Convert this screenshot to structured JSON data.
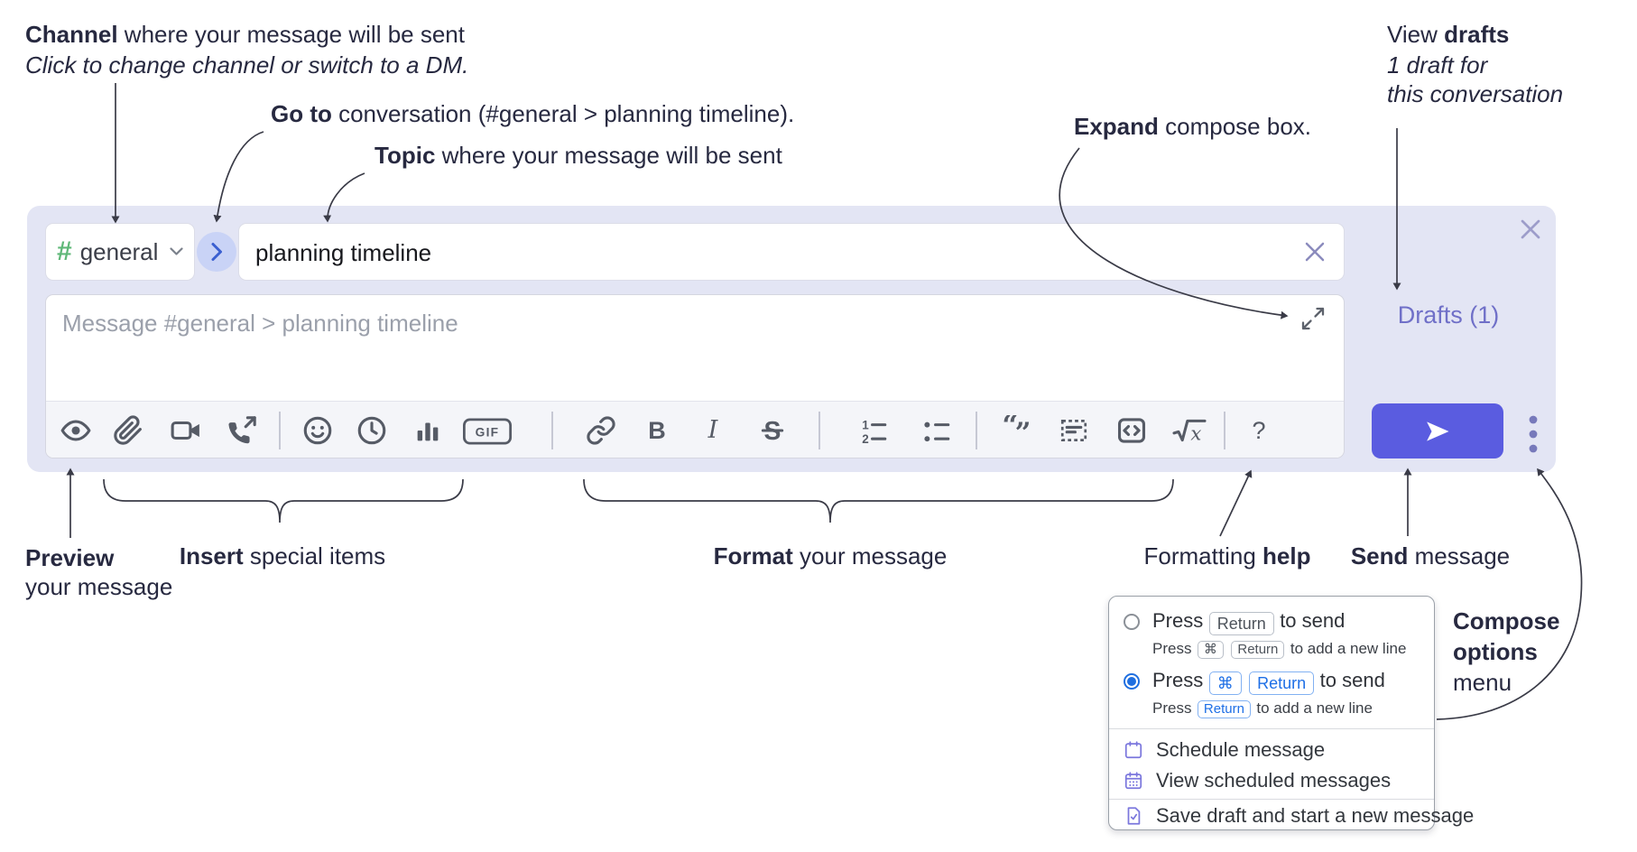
{
  "annotations": {
    "channel": {
      "b": "Channel",
      "r": " where your message will be sent",
      "line2": "Click to change channel or switch to a DM."
    },
    "go_to": {
      "b": "Go to",
      "r": " conversation (#general > planning timeline)."
    },
    "topic": {
      "b": "Topic",
      "r": " where your message will be sent"
    },
    "expand": {
      "b": "Expand",
      "r": " compose box."
    },
    "view_drafts": {
      "r1": "View ",
      "b1": "drafts",
      "line2": "1 draft for",
      "line3": "this conversation"
    },
    "preview": {
      "b": "Preview",
      "line2": "your message"
    },
    "insert": {
      "b": "Insert",
      "r": " special items"
    },
    "format": {
      "b": "Format",
      "r": " your message"
    },
    "formatting_help": {
      "r": "Formatting ",
      "b": "help"
    },
    "send": {
      "b": "Send",
      "r": " message"
    },
    "compose_options": {
      "line1": "Compose",
      "line2": "options",
      "line3": "menu"
    }
  },
  "compose": {
    "channel_selector": {
      "hash": "#",
      "name": "general"
    },
    "topic_input": {
      "value": "planning timeline"
    },
    "message_input": {
      "placeholder": "Message #general > planning timeline"
    },
    "drafts_link": "Drafts (1)",
    "toolbar": {
      "icon_names": [
        "preview-icon",
        "attach-icon",
        "video-call-icon",
        "audio-call-icon",
        "emoji-icon",
        "time-icon",
        "poll-icon",
        "gif-icon",
        "link-icon",
        "bold-icon",
        "italic-icon",
        "strikethrough-icon",
        "numbered-list-icon",
        "bulleted-list-icon",
        "quote-icon",
        "spoiler-icon",
        "code-icon",
        "math-icon",
        "help-icon"
      ],
      "gif": "GIF",
      "bold": "B",
      "italic": "I",
      "strike": "S",
      "help": "?",
      "math_x": "x",
      "num1": "1",
      "num2": "2",
      "quote_open": "“",
      "quote_close": "”"
    }
  },
  "popup": {
    "opt1_press": "Press",
    "opt1_key": "Return",
    "opt1_to": "to send",
    "opt1_sub_press": "Press",
    "opt1_sub_key1": "⌘",
    "opt1_sub_key2": "Return",
    "opt1_sub_to": "to add a new line",
    "opt2_press": "Press",
    "opt2_key1": "⌘",
    "opt2_key2": "Return",
    "opt2_to": "to send",
    "opt2_sub_press": "Press",
    "opt2_sub_key": "Return",
    "opt2_sub_to": "to add a new line",
    "item_schedule": "Schedule message",
    "item_view_scheduled": "View scheduled messages",
    "item_save_draft": "Save draft and start a new message"
  },
  "colors": {
    "compose_bg": "#e3e5f4",
    "send_button": "#5a5ce0",
    "drafts_link": "#7070c8",
    "hash_green": "#5fb878",
    "kbd_blue": "#1e6fe6",
    "menu_icon_purple": "#7b77dd",
    "annotation_text": "#272940",
    "toolbar_icon": "#565b66"
  }
}
